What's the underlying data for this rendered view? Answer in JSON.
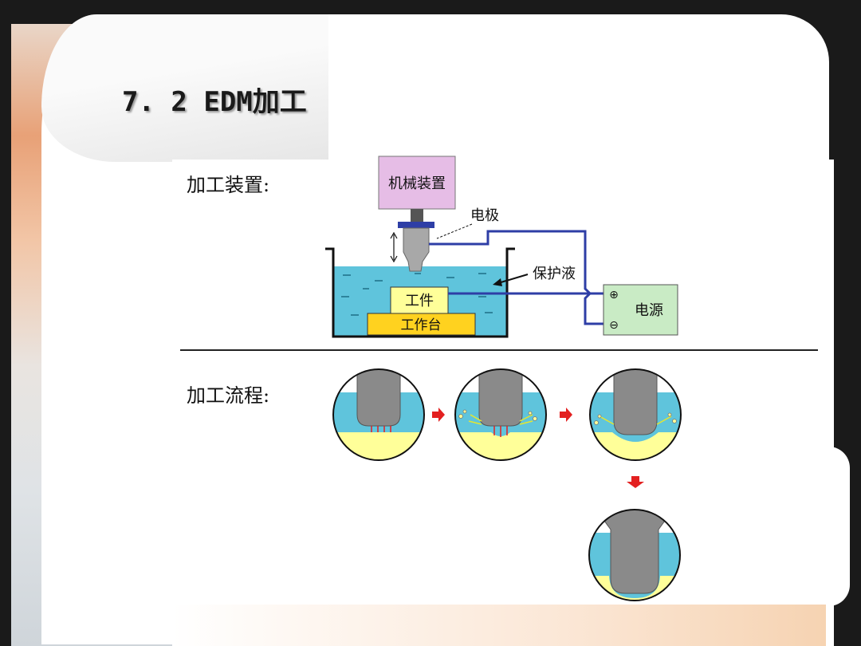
{
  "slide": {
    "title": "7. 2  EDM加工",
    "section_setup": "加工装置:",
    "section_process": "加工流程:"
  },
  "setup_diagram": {
    "machine_label": "机械装置",
    "electrode_label": "电极",
    "fluid_label": "保护液",
    "workpiece_label": "工件",
    "table_label": "工作台",
    "power_label": "电源",
    "plus_symbol": "⊕",
    "minus_symbol": "⊖"
  },
  "colors": {
    "machine_fill": "#e6bde6",
    "fluid_fill": "#5fc4dc",
    "workpiece_fill": "#ffff99",
    "table_fill": "#ffd21f",
    "power_fill": "#c9ebc5",
    "wire": "#2e3ea6",
    "arrow_red": "#e32020"
  }
}
